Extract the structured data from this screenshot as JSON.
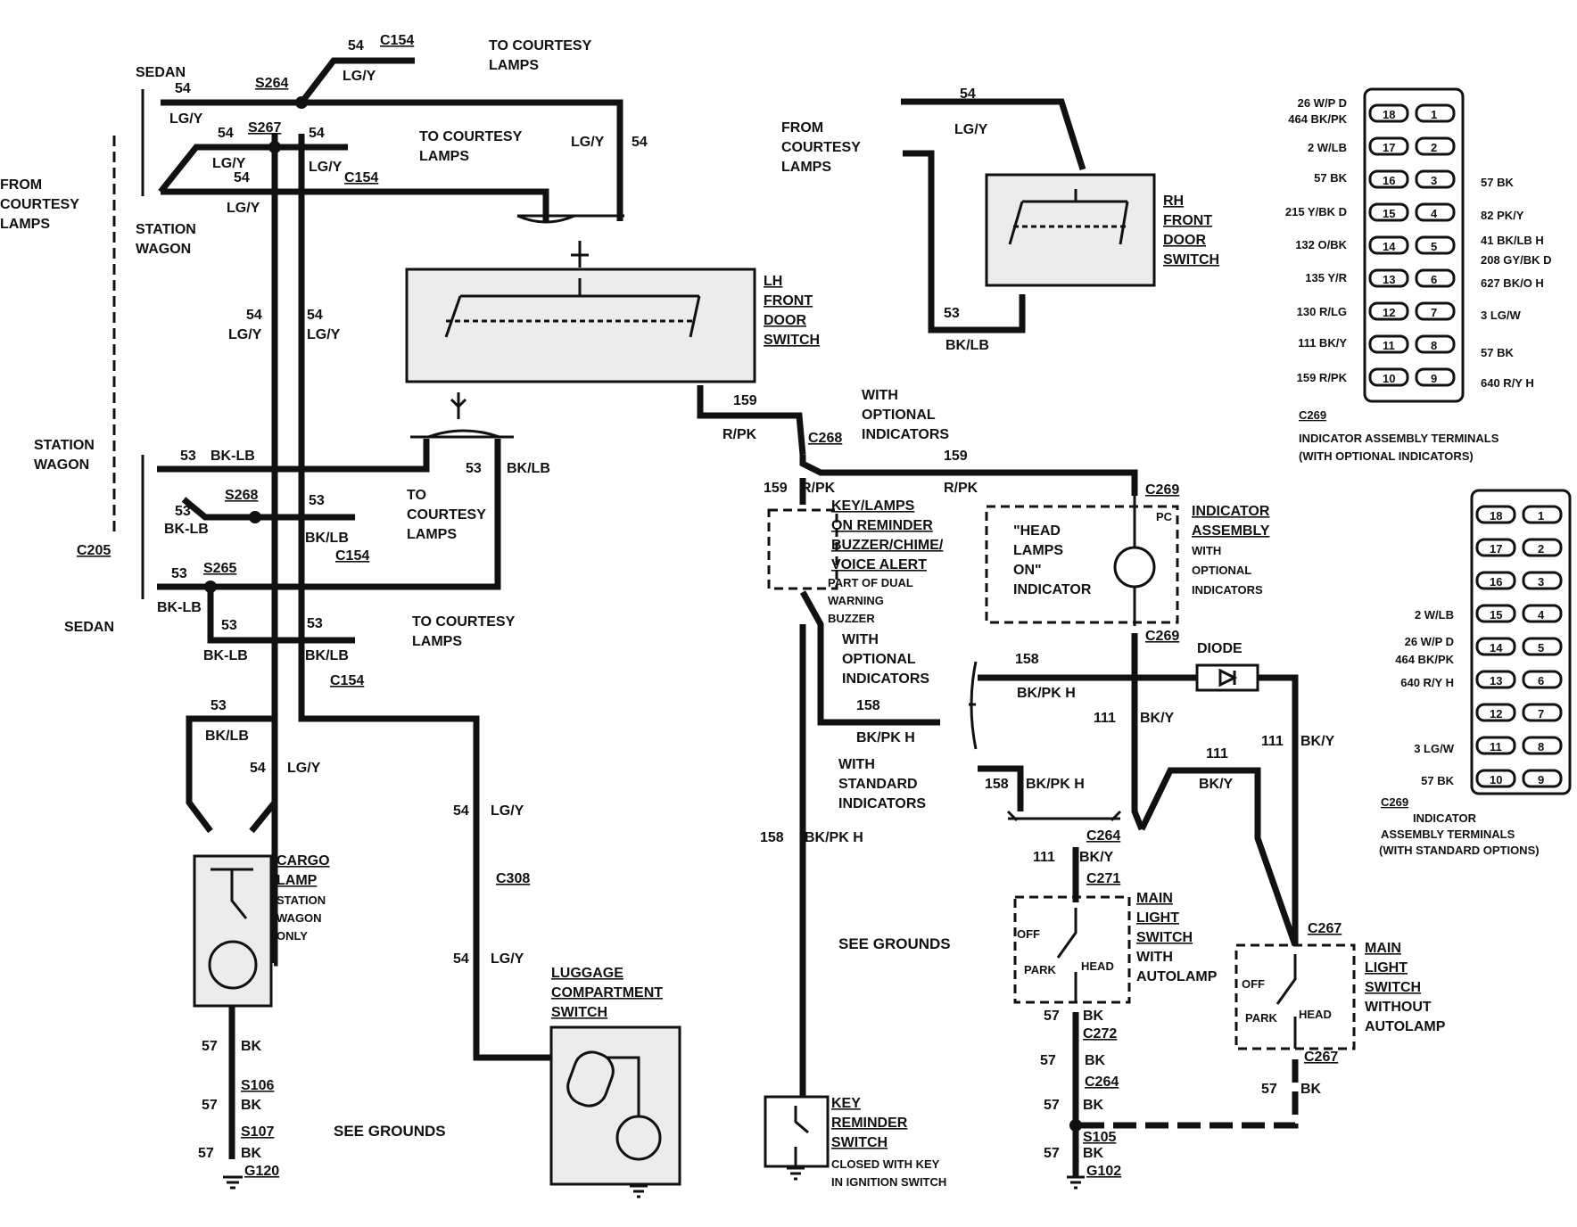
{
  "diagram": {
    "sedan_top": "SEDAN",
    "from_courtesy_lamps_left": [
      "FROM",
      "COURTESY",
      "LAMPS"
    ],
    "station_wagon_top": [
      "STATION",
      "WAGON"
    ],
    "station_wagon_mid": [
      "STATION",
      "WAGON"
    ],
    "sedan_mid": "SEDAN",
    "c205": "C205",
    "splices": {
      "s264": "S264",
      "s267": "S267",
      "s268": "S268",
      "s265": "S265"
    },
    "connectors": {
      "c154_a": "C154",
      "c154_b": "C154",
      "c154_c": "C154",
      "c154_d": "C154",
      "c308": "C308",
      "c268": "C268",
      "c269_a": "C269",
      "c269_b": "C269",
      "c264_a": "C264",
      "c264_b": "C264",
      "c271": "C271",
      "c272": "C272",
      "c267_a": "C267",
      "c267_b": "C267"
    },
    "wire_labels": {
      "w54": "54",
      "lgy": "LG/Y",
      "w53": "53",
      "bklb": "BK/LB",
      "bk_dash_lb": "BK-LB",
      "w159": "159",
      "rpk": "R/PK",
      "w158": "158",
      "bkpkh": "BK/PK H",
      "w111": "111",
      "bky": "BK/Y",
      "w57": "57",
      "bk": "BK"
    },
    "to_courtesy_lamps": [
      "TO COURTESY",
      "LAMPS"
    ],
    "to_courtesy_lamps_3": [
      "TO",
      "COURTESY",
      "LAMPS"
    ],
    "lh_front_door_switch": [
      "LH",
      "FRONT",
      "DOOR",
      "SWITCH"
    ],
    "rh_front_door_switch": [
      "RH",
      "FRONT",
      "DOOR",
      "SWITCH"
    ],
    "from_courtesy_lamps_right": [
      "FROM",
      "COURTESY",
      "LAMPS"
    ],
    "with_optional_indicators_1": [
      "WITH",
      "OPTIONAL",
      "INDICATORS"
    ],
    "with_optional_indicators_2": [
      "WITH",
      "OPTIONAL",
      "INDICATORS"
    ],
    "with_standard_indicators": [
      "WITH",
      "STANDARD",
      "INDICATORS"
    ],
    "key_lamps_buzzer": [
      "KEY/LAMPS",
      "ON REMINDER",
      "BUZZER/CHIME/",
      "VOICE ALERT"
    ],
    "buzzer_note": [
      "PART OF DUAL",
      "WARNING",
      "BUZZER"
    ],
    "head_lamps_on": [
      "\"HEAD",
      "LAMPS",
      "ON\"",
      "INDICATOR"
    ],
    "pc": "PC",
    "indicator_assembly": [
      "INDICATOR",
      "ASSEMBLY"
    ],
    "indicator_assembly_note": [
      "WITH",
      "OPTIONAL",
      "INDICATORS"
    ],
    "diode": "DIODE",
    "cargo_lamp": [
      "CARGO",
      "LAMP"
    ],
    "cargo_lamp_note": [
      "STATION",
      "WAGON",
      "ONLY"
    ],
    "luggage_switch": [
      "LUGGAGE",
      "COMPARTMENT",
      "SWITCH"
    ],
    "key_reminder_switch": [
      "KEY",
      "REMINDER",
      "SWITCH"
    ],
    "key_reminder_note": [
      "CLOSED WITH KEY",
      "IN IGNITION SWITCH"
    ],
    "main_light_switch_auto": [
      "MAIN",
      "LIGHT",
      "SWITCH"
    ],
    "main_light_switch_auto_note": [
      "WITH",
      "AUTOLAMP"
    ],
    "main_light_switch_noauto": [
      "MAIN",
      "LIGHT",
      "SWITCH"
    ],
    "main_light_switch_noauto_note": [
      "WITHOUT",
      "AUTOLAMP"
    ],
    "switch_positions": {
      "off": "OFF",
      "park": "PARK",
      "head": "HEAD"
    },
    "see_grounds": "SEE GROUNDS",
    "grounds": {
      "s106": "S106",
      "s107": "S107",
      "g120": "G120",
      "s105": "S105",
      "g102": "G102"
    }
  },
  "terminal_optional": {
    "pins_left": [
      "18",
      "17",
      "16",
      "15",
      "14",
      "13",
      "12",
      "11",
      "10"
    ],
    "pins_right": [
      "1",
      "2",
      "3",
      "4",
      "5",
      "6",
      "7",
      "8",
      "9"
    ],
    "left_labels": [
      "26 W/P D",
      "464 BK/PK",
      "2 W/LB",
      "57 BK",
      "215 Y/BK D",
      "132 O/BK",
      "135 Y/R",
      "130 R/LG",
      "111 BK/Y",
      "159 R/PK"
    ],
    "right_labels": [
      "57 BK",
      "82 PK/Y",
      "41 BK/LB H",
      "208 GY/BK D",
      "627 BK/O H",
      "3 LG/W",
      "57 BK",
      "640 R/Y H"
    ],
    "caption": [
      "C269",
      "INDICATOR ASSEMBLY TERMINALS",
      "(WITH OPTIONAL INDICATORS)"
    ]
  },
  "terminal_standard": {
    "pins_left": [
      "18",
      "17",
      "16",
      "15",
      "14",
      "13",
      "12",
      "11",
      "10"
    ],
    "pins_right": [
      "1",
      "2",
      "3",
      "4",
      "5",
      "6",
      "7",
      "8",
      "9"
    ],
    "left_labels": [
      "2 W/LB",
      "26 W/P D",
      "464 BK/PK",
      "640 R/Y H",
      "3 LG/W",
      "57 BK"
    ],
    "caption": [
      "C269",
      "INDICATOR",
      "ASSEMBLY TERMINALS",
      "(WITH STANDARD OPTIONS)"
    ]
  }
}
